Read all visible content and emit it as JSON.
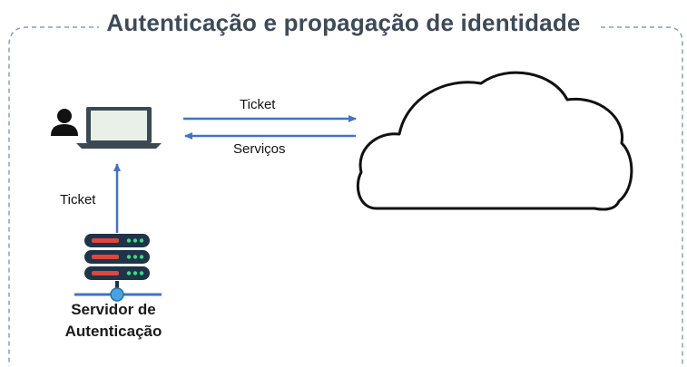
{
  "title": "Autenticação e propagação de identidade",
  "edges": {
    "ticket_top": "Ticket",
    "servicos": "Serviços",
    "ticket_left": "Ticket"
  },
  "nodes": {
    "server_line1": "Servidor de",
    "server_line2": "Autenticação"
  },
  "colors": {
    "title": "#3f4a57",
    "arrow": "#4472c4",
    "laptop_frame": "#3b4a52",
    "laptop_screen": "#e8f0e8",
    "server_dark": "#1f3349",
    "server_red": "#e0463d",
    "server_green": "#3ddc84",
    "network_blue": "#4aa3df",
    "border_dash": "#8aa0b5"
  }
}
